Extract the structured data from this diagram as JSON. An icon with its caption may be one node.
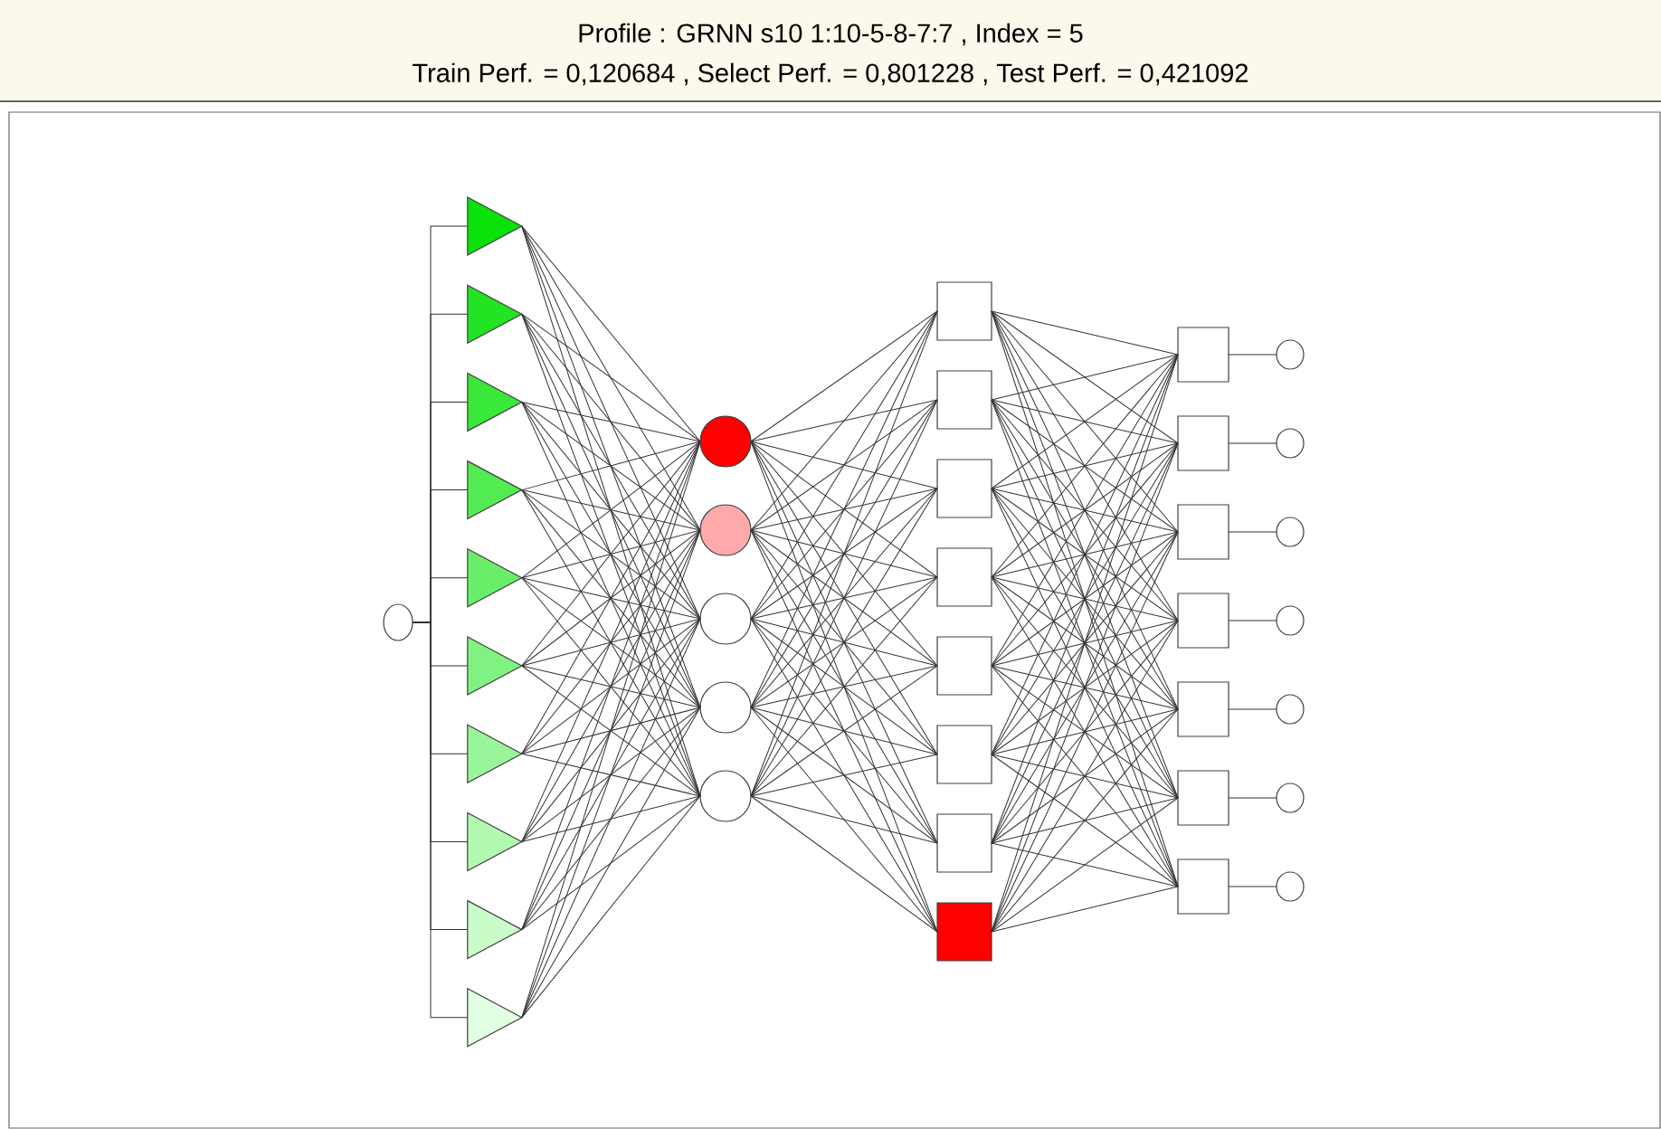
{
  "diagram": {
    "title": "Profile : GRNN s10 1:10-5-8-7:7 ,  Index = 5",
    "labels": [
      "Train Perf. = 0,120684 ,  Select Perf. = 0,801228 ,  Test Perf. = 0,421092"
    ],
    "nodes": [
      {
        "text": [],
        "shape": "circle"
      },
      {
        "text": [],
        "shape": "triangle"
      },
      {
        "text": [],
        "shape": "triangle"
      },
      {
        "text": [],
        "shape": "triangle"
      },
      {
        "text": [],
        "shape": "triangle"
      },
      {
        "text": [],
        "shape": "triangle"
      },
      {
        "text": [],
        "shape": "triangle"
      },
      {
        "text": [],
        "shape": "triangle"
      },
      {
        "text": [],
        "shape": "triangle"
      },
      {
        "text": [],
        "shape": "triangle"
      },
      {
        "text": [],
        "shape": "triangle"
      },
      {
        "text": [],
        "shape": "circle"
      },
      {
        "text": [],
        "shape": "circle"
      },
      {
        "text": [],
        "shape": "circle"
      },
      {
        "text": [],
        "shape": "circle"
      },
      {
        "text": [],
        "shape": "circle"
      },
      {
        "text": [],
        "shape": "box"
      },
      {
        "text": [],
        "shape": "box"
      },
      {
        "text": [],
        "shape": "box"
      },
      {
        "text": [],
        "shape": "box"
      },
      {
        "text": [],
        "shape": "box"
      },
      {
        "text": [],
        "shape": "box"
      },
      {
        "text": [],
        "shape": "box"
      },
      {
        "text": [],
        "shape": "box"
      },
      {
        "text": [],
        "shape": "box"
      },
      {
        "text": [],
        "shape": "box"
      },
      {
        "text": [],
        "shape": "box"
      },
      {
        "text": [],
        "shape": "box"
      },
      {
        "text": [],
        "shape": "box"
      },
      {
        "text": [],
        "shape": "box"
      },
      {
        "text": [],
        "shape": "box"
      },
      {
        "text": [],
        "shape": "circle"
      },
      {
        "text": [],
        "shape": "circle"
      },
      {
        "text": [],
        "shape": "circle"
      },
      {
        "text": [],
        "shape": "circle"
      },
      {
        "text": [],
        "shape": "circle"
      },
      {
        "text": [],
        "shape": "circle"
      },
      {
        "text": [],
        "shape": "circle"
      }
    ],
    "edges": [
      {
        "from": 0,
        "to": 1,
        "arrow": "none"
      },
      {
        "from": 0,
        "to": 2,
        "arrow": "none"
      },
      {
        "from": 0,
        "to": 3,
        "arrow": "none"
      },
      {
        "from": 0,
        "to": 4,
        "arrow": "none"
      },
      {
        "from": 0,
        "to": 5,
        "arrow": "none"
      },
      {
        "from": 0,
        "to": 6,
        "arrow": "none"
      },
      {
        "from": 0,
        "to": 7,
        "arrow": "none"
      },
      {
        "from": 0,
        "to": 8,
        "arrow": "none"
      },
      {
        "from": 0,
        "to": 9,
        "arrow": "none"
      },
      {
        "from": 0,
        "to": 10,
        "arrow": "none"
      },
      {
        "from": 1,
        "to": 11,
        "arrow": "none"
      },
      {
        "from": 1,
        "to": 12,
        "arrow": "none"
      },
      {
        "from": 1,
        "to": 13,
        "arrow": "none"
      },
      {
        "from": 1,
        "to": 14,
        "arrow": "none"
      },
      {
        "from": 1,
        "to": 15,
        "arrow": "none"
      },
      {
        "from": 2,
        "to": 11,
        "arrow": "none"
      },
      {
        "from": 2,
        "to": 12,
        "arrow": "none"
      },
      {
        "from": 2,
        "to": 13,
        "arrow": "none"
      },
      {
        "from": 2,
        "to": 14,
        "arrow": "none"
      },
      {
        "from": 2,
        "to": 15,
        "arrow": "none"
      },
      {
        "from": 3,
        "to": 11,
        "arrow": "none"
      },
      {
        "from": 3,
        "to": 12,
        "arrow": "none"
      },
      {
        "from": 3,
        "to": 13,
        "arrow": "none"
      },
      {
        "from": 3,
        "to": 14,
        "arrow": "none"
      },
      {
        "from": 3,
        "to": 15,
        "arrow": "none"
      },
      {
        "from": 4,
        "to": 11,
        "arrow": "none"
      },
      {
        "from": 4,
        "to": 12,
        "arrow": "none"
      },
      {
        "from": 4,
        "to": 13,
        "arrow": "none"
      },
      {
        "from": 4,
        "to": 14,
        "arrow": "none"
      },
      {
        "from": 4,
        "to": 15,
        "arrow": "none"
      },
      {
        "from": 5,
        "to": 11,
        "arrow": "none"
      },
      {
        "from": 5,
        "to": 12,
        "arrow": "none"
      },
      {
        "from": 5,
        "to": 13,
        "arrow": "none"
      },
      {
        "from": 5,
        "to": 14,
        "arrow": "none"
      },
      {
        "from": 5,
        "to": 15,
        "arrow": "none"
      },
      {
        "from": 6,
        "to": 11,
        "arrow": "none"
      },
      {
        "from": 6,
        "to": 12,
        "arrow": "none"
      },
      {
        "from": 6,
        "to": 13,
        "arrow": "none"
      },
      {
        "from": 6,
        "to": 14,
        "arrow": "none"
      },
      {
        "from": 6,
        "to": 15,
        "arrow": "none"
      },
      {
        "from": 7,
        "to": 11,
        "arrow": "none"
      },
      {
        "from": 7,
        "to": 12,
        "arrow": "none"
      },
      {
        "from": 7,
        "to": 13,
        "arrow": "none"
      },
      {
        "from": 7,
        "to": 14,
        "arrow": "none"
      },
      {
        "from": 7,
        "to": 15,
        "arrow": "none"
      },
      {
        "from": 8,
        "to": 11,
        "arrow": "none"
      },
      {
        "from": 8,
        "to": 12,
        "arrow": "none"
      },
      {
        "from": 8,
        "to": 13,
        "arrow": "none"
      },
      {
        "from": 8,
        "to": 14,
        "arrow": "none"
      },
      {
        "from": 8,
        "to": 15,
        "arrow": "none"
      },
      {
        "from": 9,
        "to": 11,
        "arrow": "none"
      },
      {
        "from": 9,
        "to": 12,
        "arrow": "none"
      },
      {
        "from": 9,
        "to": 13,
        "arrow": "none"
      },
      {
        "from": 9,
        "to": 14,
        "arrow": "none"
      },
      {
        "from": 9,
        "to": 15,
        "arrow": "none"
      },
      {
        "from": 10,
        "to": 11,
        "arrow": "none"
      },
      {
        "from": 10,
        "to": 12,
        "arrow": "none"
      },
      {
        "from": 10,
        "to": 13,
        "arrow": "none"
      },
      {
        "from": 10,
        "to": 14,
        "arrow": "none"
      },
      {
        "from": 10,
        "to": 15,
        "arrow": "none"
      },
      {
        "from": 11,
        "to": 16,
        "arrow": "none"
      },
      {
        "from": 11,
        "to": 17,
        "arrow": "none"
      },
      {
        "from": 11,
        "to": 18,
        "arrow": "none"
      },
      {
        "from": 11,
        "to": 19,
        "arrow": "none"
      },
      {
        "from": 11,
        "to": 20,
        "arrow": "none"
      },
      {
        "from": 11,
        "to": 21,
        "arrow": "none"
      },
      {
        "from": 11,
        "to": 22,
        "arrow": "none"
      },
      {
        "from": 11,
        "to": 23,
        "arrow": "none"
      },
      {
        "from": 12,
        "to": 16,
        "arrow": "none"
      },
      {
        "from": 12,
        "to": 17,
        "arrow": "none"
      },
      {
        "from": 12,
        "to": 18,
        "arrow": "none"
      },
      {
        "from": 12,
        "to": 19,
        "arrow": "none"
      },
      {
        "from": 12,
        "to": 20,
        "arrow": "none"
      },
      {
        "from": 12,
        "to": 21,
        "arrow": "none"
      },
      {
        "from": 12,
        "to": 22,
        "arrow": "none"
      },
      {
        "from": 12,
        "to": 23,
        "arrow": "none"
      },
      {
        "from": 13,
        "to": 16,
        "arrow": "none"
      },
      {
        "from": 13,
        "to": 17,
        "arrow": "none"
      },
      {
        "from": 13,
        "to": 18,
        "arrow": "none"
      },
      {
        "from": 13,
        "to": 19,
        "arrow": "none"
      },
      {
        "from": 13,
        "to": 20,
        "arrow": "none"
      },
      {
        "from": 13,
        "to": 21,
        "arrow": "none"
      },
      {
        "from": 13,
        "to": 22,
        "arrow": "none"
      },
      {
        "from": 13,
        "to": 23,
        "arrow": "none"
      },
      {
        "from": 14,
        "to": 16,
        "arrow": "none"
      },
      {
        "from": 14,
        "to": 17,
        "arrow": "none"
      },
      {
        "from": 14,
        "to": 18,
        "arrow": "none"
      },
      {
        "from": 14,
        "to": 19,
        "arrow": "none"
      },
      {
        "from": 14,
        "to": 20,
        "arrow": "none"
      },
      {
        "from": 14,
        "to": 21,
        "arrow": "none"
      },
      {
        "from": 14,
        "to": 22,
        "arrow": "none"
      },
      {
        "from": 14,
        "to": 23,
        "arrow": "none"
      },
      {
        "from": 15,
        "to": 16,
        "arrow": "none"
      },
      {
        "from": 15,
        "to": 17,
        "arrow": "none"
      },
      {
        "from": 15,
        "to": 18,
        "arrow": "none"
      },
      {
        "from": 15,
        "to": 19,
        "arrow": "none"
      },
      {
        "from": 15,
        "to": 20,
        "arrow": "none"
      },
      {
        "from": 15,
        "to": 21,
        "arrow": "none"
      },
      {
        "from": 15,
        "to": 22,
        "arrow": "none"
      },
      {
        "from": 15,
        "to": 23,
        "arrow": "none"
      },
      {
        "from": 16,
        "to": 24,
        "arrow": "none"
      },
      {
        "from": 16,
        "to": 25,
        "arrow": "none"
      },
      {
        "from": 16,
        "to": 26,
        "arrow": "none"
      },
      {
        "from": 16,
        "to": 27,
        "arrow": "none"
      },
      {
        "from": 16,
        "to": 28,
        "arrow": "none"
      },
      {
        "from": 16,
        "to": 29,
        "arrow": "none"
      },
      {
        "from": 16,
        "to": 30,
        "arrow": "none"
      },
      {
        "from": 17,
        "to": 24,
        "arrow": "none"
      },
      {
        "from": 17,
        "to": 25,
        "arrow": "none"
      },
      {
        "from": 17,
        "to": 26,
        "arrow": "none"
      },
      {
        "from": 17,
        "to": 27,
        "arrow": "none"
      },
      {
        "from": 17,
        "to": 28,
        "arrow": "none"
      },
      {
        "from": 17,
        "to": 29,
        "arrow": "none"
      },
      {
        "from": 17,
        "to": 30,
        "arrow": "none"
      },
      {
        "from": 18,
        "to": 24,
        "arrow": "none"
      },
      {
        "from": 18,
        "to": 25,
        "arrow": "none"
      },
      {
        "from": 18,
        "to": 26,
        "arrow": "none"
      },
      {
        "from": 18,
        "to": 27,
        "arrow": "none"
      },
      {
        "from": 18,
        "to": 28,
        "arrow": "none"
      },
      {
        "from": 18,
        "to": 29,
        "arrow": "none"
      },
      {
        "from": 18,
        "to": 30,
        "arrow": "none"
      },
      {
        "from": 19,
        "to": 24,
        "arrow": "none"
      },
      {
        "from": 19,
        "to": 25,
        "arrow": "none"
      },
      {
        "from": 19,
        "to": 26,
        "arrow": "none"
      },
      {
        "from": 19,
        "to": 27,
        "arrow": "none"
      },
      {
        "from": 19,
        "to": 28,
        "arrow": "none"
      },
      {
        "from": 19,
        "to": 29,
        "arrow": "none"
      },
      {
        "from": 19,
        "to": 30,
        "arrow": "none"
      },
      {
        "from": 20,
        "to": 24,
        "arrow": "none"
      },
      {
        "from": 20,
        "to": 25,
        "arrow": "none"
      },
      {
        "from": 20,
        "to": 26,
        "arrow": "none"
      },
      {
        "from": 20,
        "to": 27,
        "arrow": "none"
      },
      {
        "from": 20,
        "to": 28,
        "arrow": "none"
      },
      {
        "from": 20,
        "to": 29,
        "arrow": "none"
      },
      {
        "from": 20,
        "to": 30,
        "arrow": "none"
      },
      {
        "from": 21,
        "to": 24,
        "arrow": "none"
      },
      {
        "from": 21,
        "to": 25,
        "arrow": "none"
      },
      {
        "from": 21,
        "to": 26,
        "arrow": "none"
      },
      {
        "from": 21,
        "to": 27,
        "arrow": "none"
      },
      {
        "from": 21,
        "to": 28,
        "arrow": "none"
      },
      {
        "from": 21,
        "to": 29,
        "arrow": "none"
      },
      {
        "from": 21,
        "to": 30,
        "arrow": "none"
      },
      {
        "from": 22,
        "to": 24,
        "arrow": "none"
      },
      {
        "from": 22,
        "to": 25,
        "arrow": "none"
      },
      {
        "from": 22,
        "to": 26,
        "arrow": "none"
      },
      {
        "from": 22,
        "to": 27,
        "arrow": "none"
      },
      {
        "from": 22,
        "to": 28,
        "arrow": "none"
      },
      {
        "from": 22,
        "to": 29,
        "arrow": "none"
      },
      {
        "from": 22,
        "to": 30,
        "arrow": "none"
      },
      {
        "from": 23,
        "to": 24,
        "arrow": "none"
      },
      {
        "from": 23,
        "to": 25,
        "arrow": "none"
      },
      {
        "from": 23,
        "to": 26,
        "arrow": "none"
      },
      {
        "from": 23,
        "to": 27,
        "arrow": "none"
      },
      {
        "from": 23,
        "to": 28,
        "arrow": "none"
      },
      {
        "from": 23,
        "to": 29,
        "arrow": "none"
      },
      {
        "from": 23,
        "to": 30,
        "arrow": "none"
      },
      {
        "from": 24,
        "to": 31,
        "arrow": "none"
      },
      {
        "from": 25,
        "to": 32,
        "arrow": "none"
      },
      {
        "from": 26,
        "to": 33,
        "arrow": "none"
      },
      {
        "from": 27,
        "to": 34,
        "arrow": "none"
      },
      {
        "from": 28,
        "to": 35,
        "arrow": "none"
      },
      {
        "from": 29,
        "to": 36,
        "arrow": "none"
      },
      {
        "from": 30,
        "to": 37,
        "arrow": "none"
      }
    ]
  }
}
